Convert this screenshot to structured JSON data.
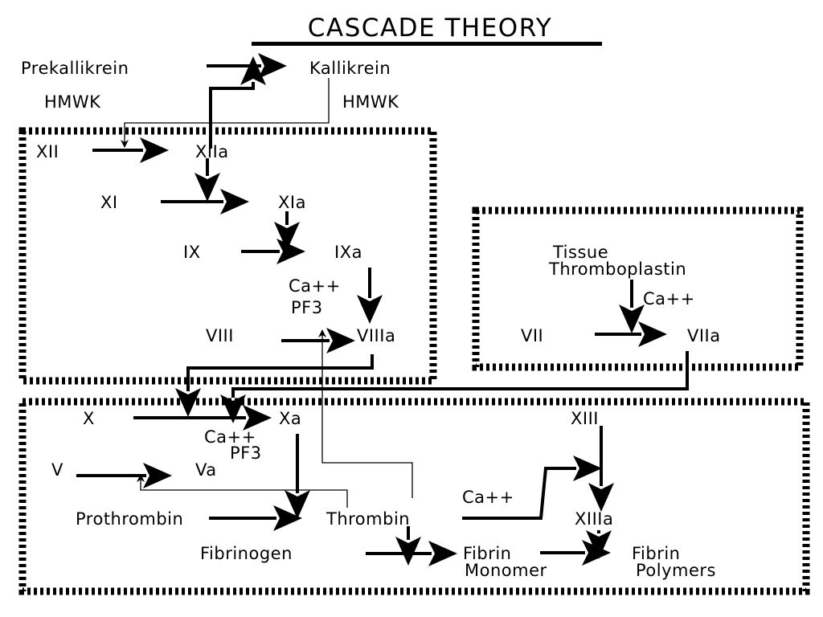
{
  "title": "CASCADE THEORY",
  "intrinsic": {
    "prekallikrein": "Prekallikrein",
    "kallikrein": "Kallikrein",
    "hmwk_left": "HMWK",
    "hmwk_right": "HMWK",
    "xii": "XII",
    "xiia": "XIIa",
    "xi": "XI",
    "xia": "XIa",
    "ix": "IX",
    "ixa": "IXa",
    "ca_1": "Ca++",
    "pf3_1": "PF3",
    "viii": "VIII",
    "viiia": "VIIIa"
  },
  "extrinsic": {
    "tissue": "Tissue",
    "thromboplastin": "Thromboplastin",
    "ca": "Ca++",
    "vii": "VII",
    "viia": "VIIa"
  },
  "common": {
    "x": "X",
    "xa": "Xa",
    "ca_2": "Ca++",
    "pf3_2": "PF3",
    "v": "V",
    "va": "Va",
    "prothrombin": "Prothrombin",
    "thrombin": "Thrombin",
    "fibrinogen": "Fibrinogen",
    "fibrin": "Fibrin",
    "monomer": "Monomer",
    "fibrin_2": "Fibrin",
    "polymers": "Polymers",
    "xiii": "XIII",
    "ca_3": "Ca++",
    "xiiia": "XIIIa"
  },
  "colors": {
    "ink": "#000000",
    "background": "#ffffff"
  }
}
